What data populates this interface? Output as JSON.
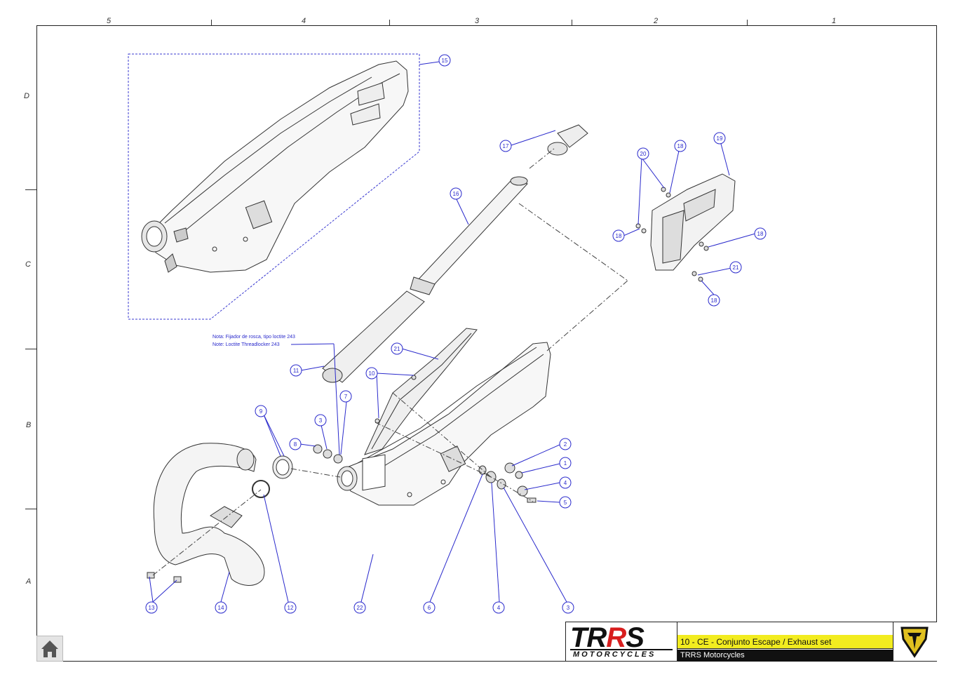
{
  "grid": {
    "columns": [
      "5",
      "4",
      "3",
      "2",
      "1"
    ],
    "rows": [
      "D",
      "C",
      "B",
      "A"
    ]
  },
  "note": {
    "line1": "Nota: Fijador de rosca, tipo loctite 243",
    "line2": "Note: Loctite Threadlocker 243"
  },
  "callouts": [
    "15",
    "17",
    "16",
    "19",
    "20",
    "18",
    "18",
    "18",
    "21",
    "18",
    "21",
    "11",
    "7",
    "10",
    "9",
    "3",
    "8",
    "2",
    "1",
    "4",
    "5",
    "13",
    "14",
    "12",
    "22",
    "6",
    "4",
    "3"
  ],
  "title_block": {
    "logo_main": "TRRS",
    "logo_sub": "MOTORCYCLES",
    "title": "10 - CE - Conjunto Escape / Exhaust set",
    "company": "TRRS Motorcycles"
  },
  "colors": {
    "callout": "#2a2acc",
    "title_bg": "#f2ec1f",
    "emblem": "#e0c020",
    "logo_accent": "#d81e1e"
  },
  "icons": {
    "home": "home-icon",
    "emblem": "trrs-shield-emblem-icon"
  }
}
